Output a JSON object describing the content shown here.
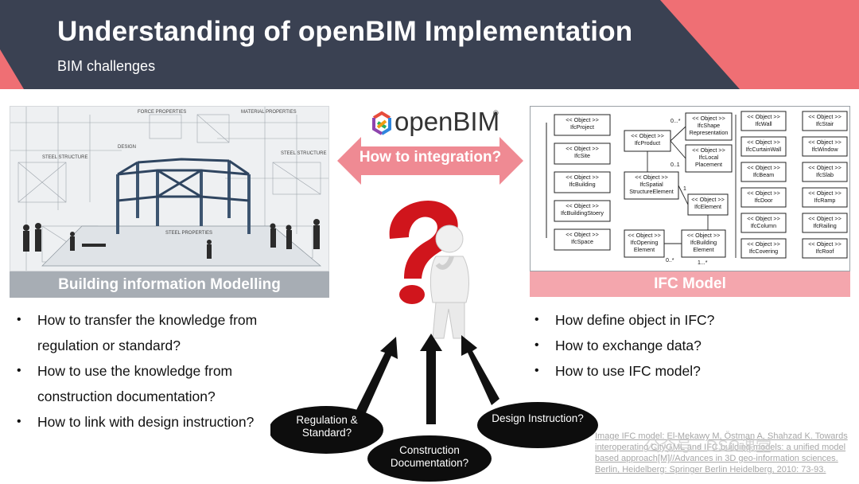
{
  "slide": {
    "title": "Understanding of openBIM Implementation",
    "subtitle": "BIM challenges"
  },
  "logo": {
    "text": "openBIM",
    "mark": "®"
  },
  "integration_arrow": {
    "label": "How to integration?"
  },
  "bim_panel": {
    "caption": "Building information Modelling",
    "image_labels": [
      "STEEL STRUCTURE DESIGN",
      "FORCE PROPERTIES",
      "MATERIAL PROPERTIES",
      "DESIGN",
      "STEEL PROPERTIES DESIGN",
      "STEEL STRUCTURE"
    ]
  },
  "ifc_panel": {
    "caption": "IFC Model",
    "diagram": {
      "stereotype": "<< Object >>",
      "left_column": [
        "IfcProject",
        "IfcSite",
        "IfcBuilding",
        "IfcBuildingStoery",
        "IfcSpace"
      ],
      "middle": [
        "IfcProduct",
        "IfcShape Representation",
        "IfcLocal Placement",
        "IfcSpatial StructureElement",
        "IfcElement",
        "IfcOpening Element",
        "IfcBuilding Element"
      ],
      "col3": [
        "IfcWall",
        "IfcCurtainWall",
        "IfcBeam",
        "IfcDoor",
        "IfcColumn",
        "IfcCovering"
      ],
      "col4": [
        "IfcStair",
        "IfcWindow",
        "IfcSlab",
        "IfcRamp",
        "IfcRailing",
        "IfcRoof"
      ],
      "multiplicities": [
        "0...*",
        "0..1",
        "1",
        "0..*",
        "1...*"
      ]
    }
  },
  "left_bullets": [
    "How to transfer the knowledge from regulation or standard?",
    "How to use the knowledge from construction documentation?",
    "How to link with design instruction?"
  ],
  "right_bullets": [
    "How define object in IFC?",
    "How to exchange data?",
    "How to use IFC model?"
  ],
  "sources": {
    "regulation": "Regulation & Standard?",
    "construction": "Construction Documentation?",
    "design": "Design Instruction?"
  },
  "citation": "Image IFC model: El-Mekawy M, Östman A, Shahzad K. Towards interoperating CityGML and IFC building models: a unified model based approach[M]//Advances in 3D geo-information sciences. Berlin, Heidelberg: Springer Berlin Heidelberg, 2010: 73-93.",
  "watermark": "公众号 · DSC课堂",
  "colors": {
    "header_dark": "#3a4152",
    "header_red": "#ef6f74",
    "arrow_pink": "#ef8a93",
    "ifc_caption": "#f4a6ad",
    "bim_caption": "#a7adb4",
    "question_red": "#d0151c"
  }
}
